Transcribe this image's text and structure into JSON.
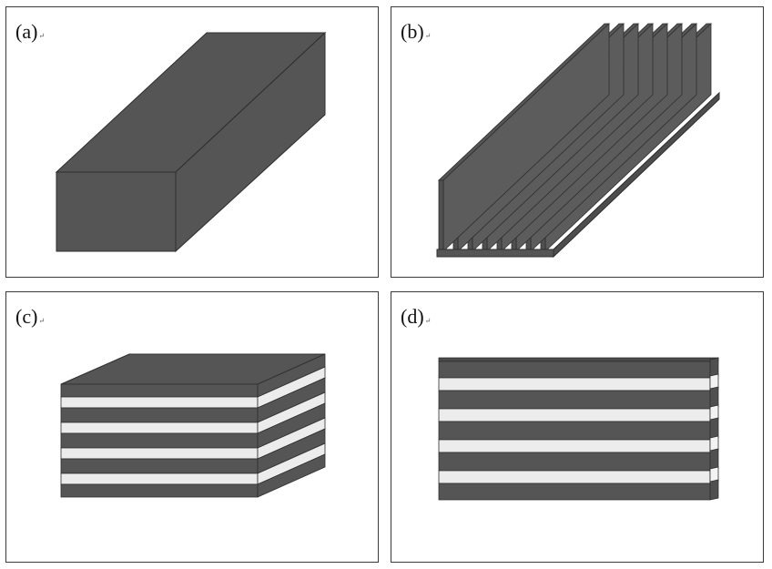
{
  "colors": {
    "solid": "#555555",
    "edge": "#2e2e2e",
    "light_layer": "#ececec",
    "border": "#3a3a3a",
    "background": "#ffffff"
  },
  "panels": [
    {
      "id": "a",
      "label": "(a)",
      "description_icon": "solid-block"
    },
    {
      "id": "b",
      "label": "(b)",
      "description_icon": "finned-block"
    },
    {
      "id": "c",
      "label": "(c)",
      "description_icon": "layered-block-3d"
    },
    {
      "id": "d",
      "label": "(d)",
      "description_icon": "layered-block-front"
    }
  ]
}
